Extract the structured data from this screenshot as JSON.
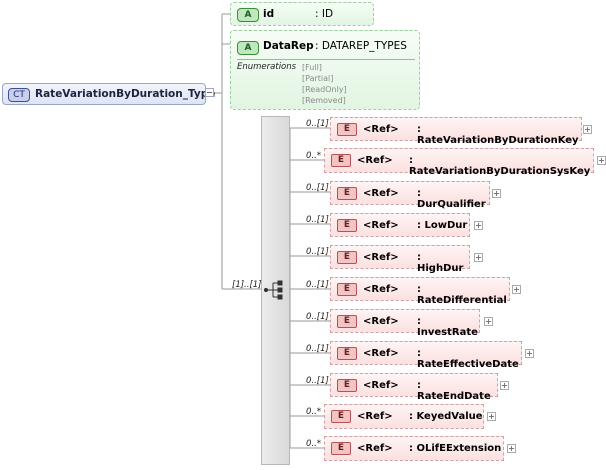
{
  "complex_type": {
    "badge": "CT",
    "name": "RateVariationByDuration_Type"
  },
  "attributes": [
    {
      "badge": "A",
      "name": "id",
      "type": ": ID"
    },
    {
      "badge": "A",
      "name": "DataRep",
      "type": ": DATAREP_TYPES",
      "enumerations_label": "Enumerations",
      "enumerations": [
        "[Full]",
        "[Partial]",
        "[ReadOnly]",
        "[Removed]"
      ]
    }
  ],
  "sequence": {
    "occurrence": "[1]..[1]"
  },
  "elements": [
    {
      "occ": "0..[1]",
      "badge": "E",
      "ref": "<Ref>",
      "name": ": RateVariationByDurationKey"
    },
    {
      "occ": "0..*",
      "badge": "E",
      "ref": "<Ref>",
      "name": ": RateVariationByDurationSysKey"
    },
    {
      "occ": "0..[1]",
      "badge": "E",
      "ref": "<Ref>",
      "name": ": DurQualifier"
    },
    {
      "occ": "0..[1]",
      "badge": "E",
      "ref": "<Ref>",
      "name": ": LowDur"
    },
    {
      "occ": "0..[1]",
      "badge": "E",
      "ref": "<Ref>",
      "name": ": HighDur"
    },
    {
      "occ": "0..[1]",
      "badge": "E",
      "ref": "<Ref>",
      "name": ": RateDifferential"
    },
    {
      "occ": "0..[1]",
      "badge": "E",
      "ref": "<Ref>",
      "name": ": InvestRate"
    },
    {
      "occ": "0..[1]",
      "badge": "E",
      "ref": "<Ref>",
      "name": ": RateEffectiveDate"
    },
    {
      "occ": "0..[1]",
      "badge": "E",
      "ref": "<Ref>",
      "name": ": RateEndDate"
    },
    {
      "occ": "0..*",
      "badge": "E",
      "ref": "<Ref>",
      "name": ": KeyedValue"
    },
    {
      "occ": "0..*",
      "badge": "E",
      "ref": "<Ref>",
      "name": ": OLifEExtension"
    }
  ]
}
